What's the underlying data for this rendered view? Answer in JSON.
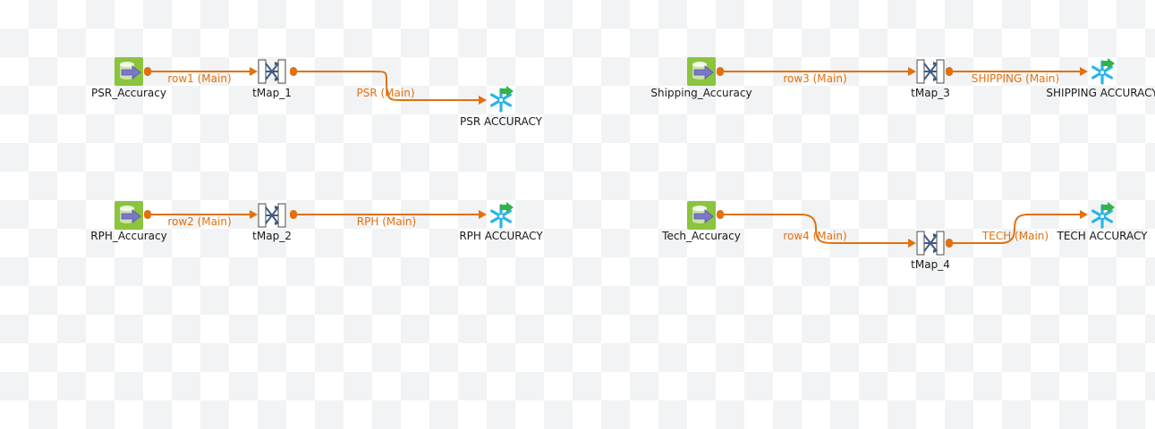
{
  "colors": {
    "connection": "#e0710f",
    "flow_label": "#e0710f",
    "db_green": "#8bc43f",
    "db_arrow": "#7b78cc",
    "snowflake_blue": "#29b5e8",
    "snowflake_arrow": "#2fb34a",
    "canvas_check": "#f1f3f4"
  },
  "components": {
    "psr_input": {
      "label": "PSR_Accuracy",
      "icon": "database-input-icon"
    },
    "tmap_1": {
      "label": "tMap_1",
      "icon": "tmap-icon"
    },
    "psr_output": {
      "label": "PSR ACCURACY",
      "icon": "snowflake-output-icon"
    },
    "rph_input": {
      "label": "RPH_Accuracy",
      "icon": "database-input-icon"
    },
    "tmap_2": {
      "label": "tMap_2",
      "icon": "tmap-icon"
    },
    "rph_output": {
      "label": "RPH ACCURACY",
      "icon": "snowflake-output-icon"
    },
    "shipping_input": {
      "label": "Shipping_Accuracy",
      "icon": "database-input-icon"
    },
    "tmap_3": {
      "label": "tMap_3",
      "icon": "tmap-icon"
    },
    "shipping_output": {
      "label": "SHIPPING ACCURACY",
      "icon": "snowflake-output-icon"
    },
    "tech_input": {
      "label": "Tech_Accuracy",
      "icon": "database-input-icon"
    },
    "tmap_4": {
      "label": "tMap_4",
      "icon": "tmap-icon"
    },
    "tech_output": {
      "label": "TECH ACCURACY",
      "icon": "snowflake-output-icon"
    }
  },
  "connections": {
    "row1": "row1 (Main)",
    "psr": "PSR (Main)",
    "row2": "row2 (Main)",
    "rph": "RPH (Main)",
    "row3": "row3 (Main)",
    "shipping": "SHIPPING (Main)",
    "row4": "row4 (Main)",
    "tech": "TECH (Main)"
  }
}
